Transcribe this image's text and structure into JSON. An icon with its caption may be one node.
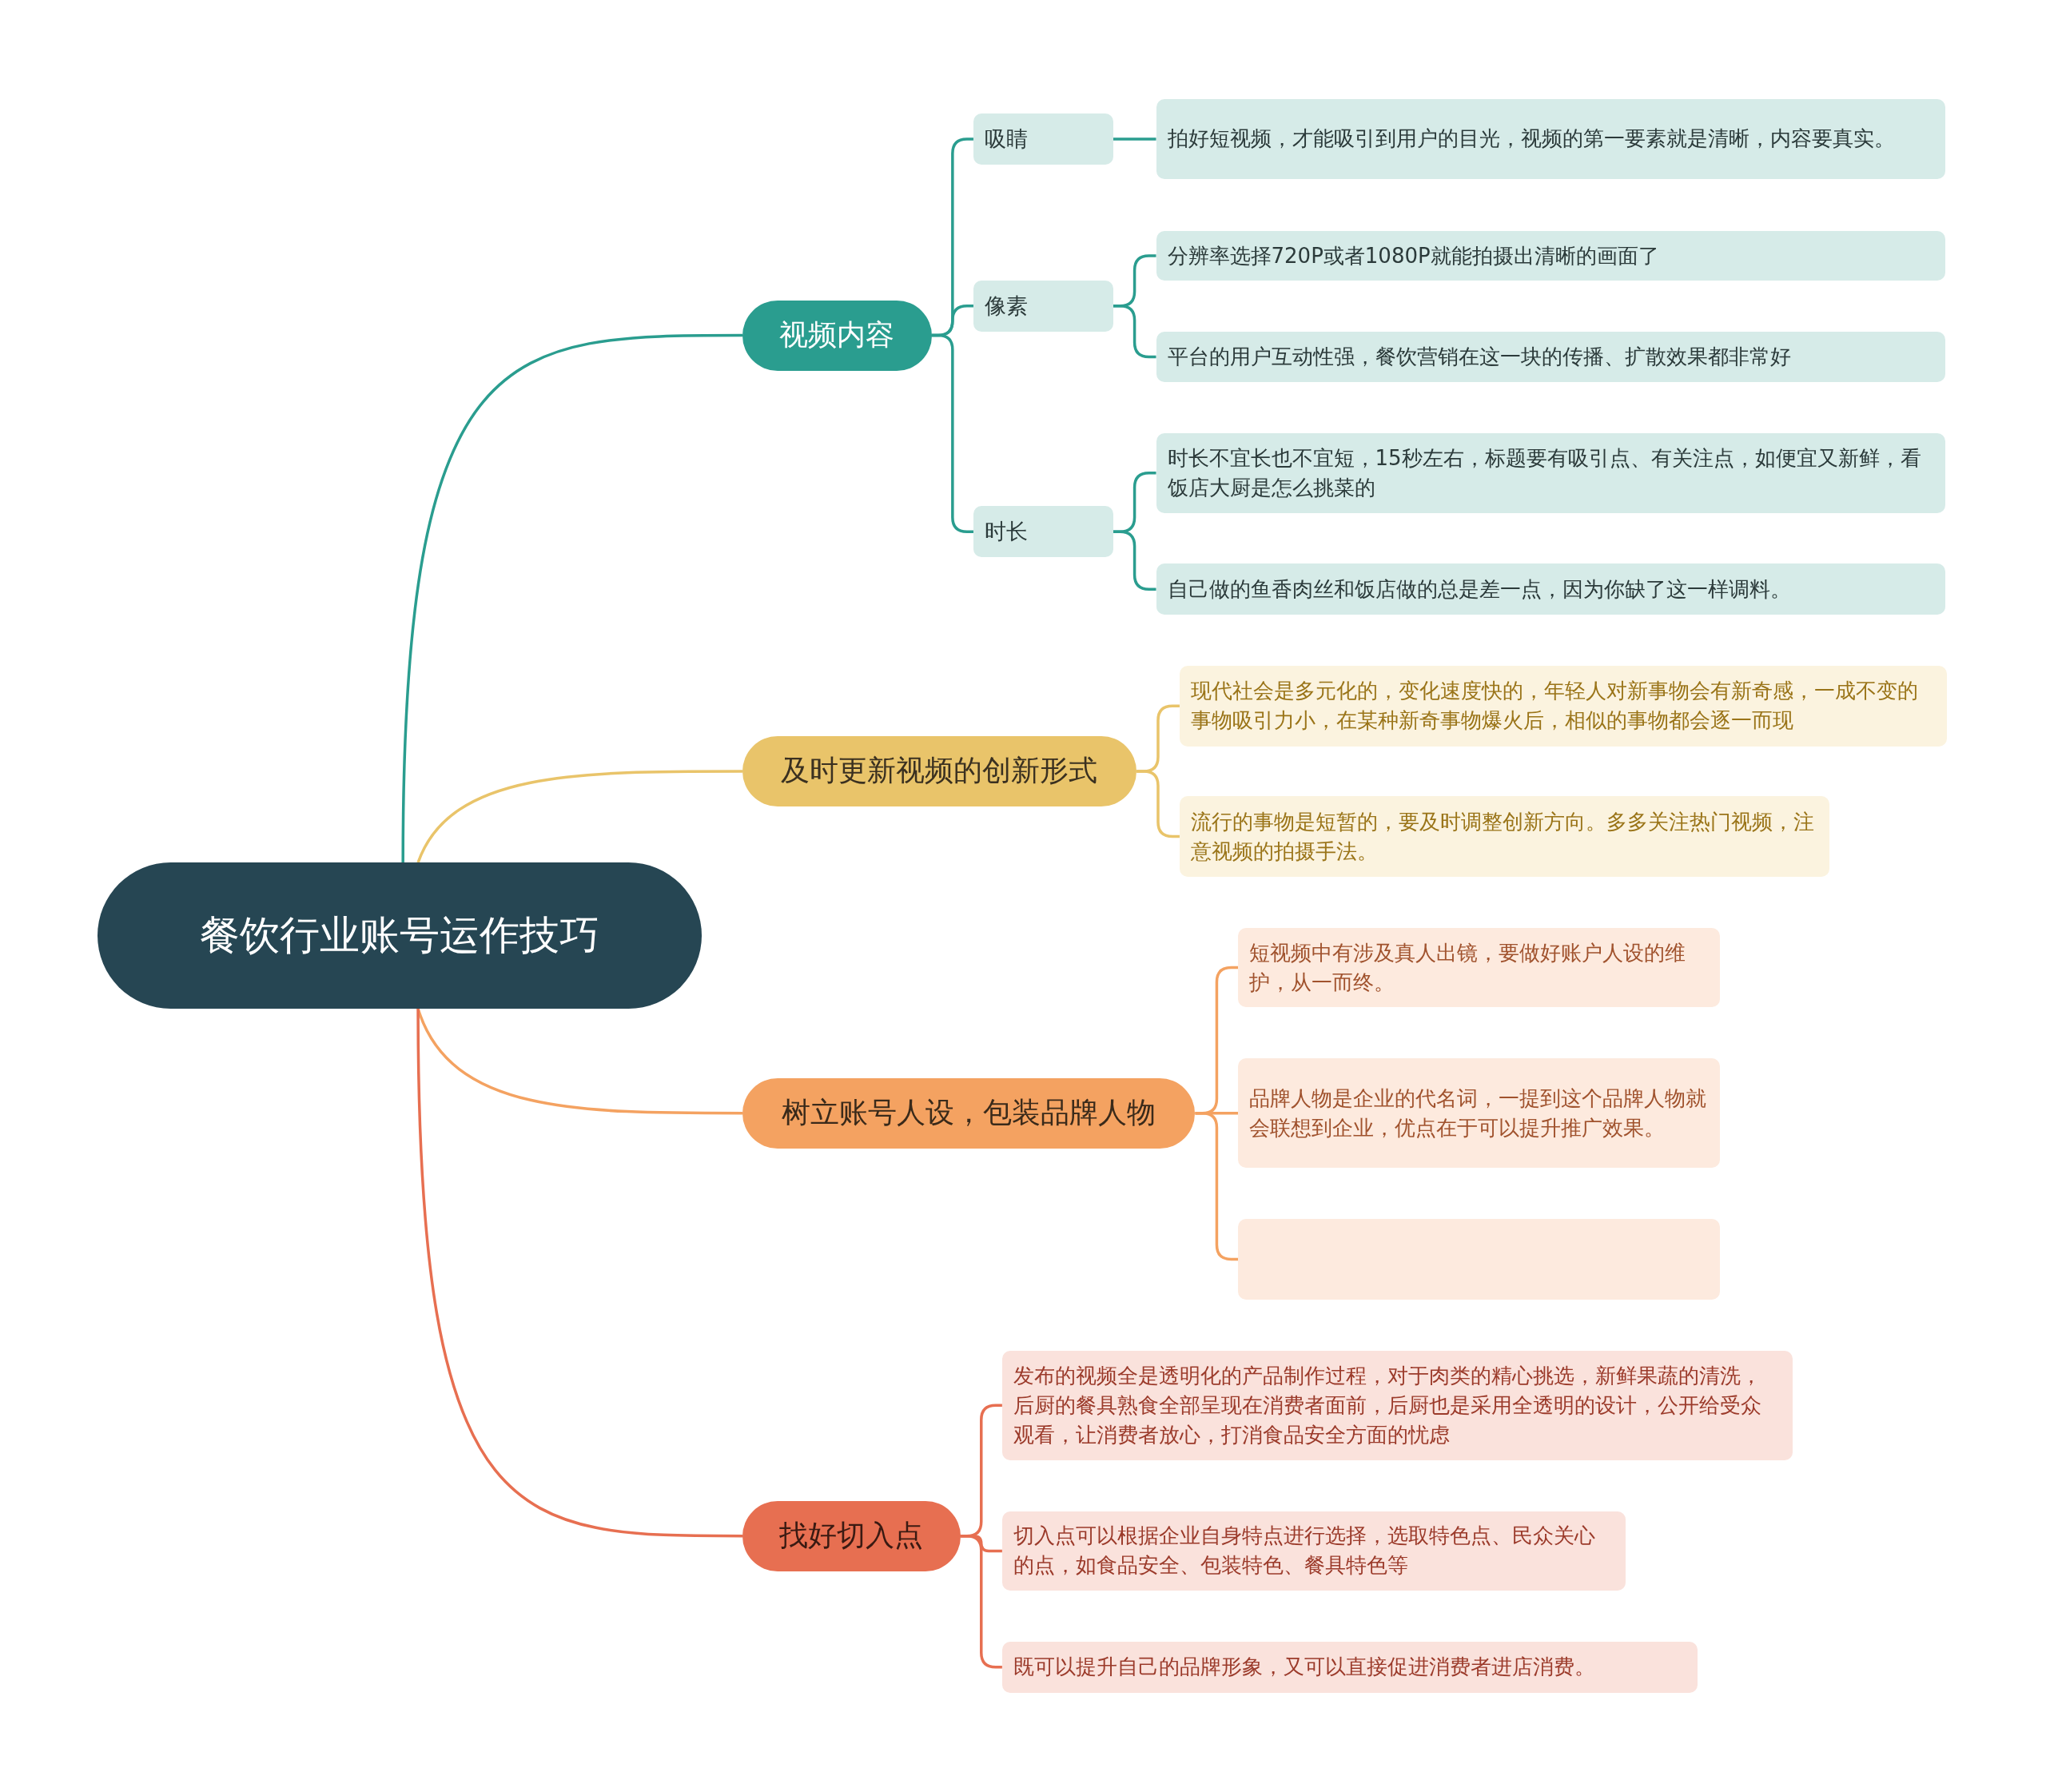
{
  "diagram": {
    "nodes": [
      {
        "text": [
          "餐饮行业账号运作技巧"
        ]
      },
      {
        "text": [
          "视频内容"
        ]
      },
      {
        "text": [
          "吸睛"
        ]
      },
      {
        "text": [
          "拍好短视频，才能吸引到用户的目光，视频的第一要素就是清晰，内容要真实。"
        ]
      },
      {
        "text": [
          "像素"
        ]
      },
      {
        "text": [
          "分辨率选择720P或者1080P就能拍摄出清晰的画面了"
        ]
      },
      {
        "text": [
          "平台的用户互动性强，餐饮营销在这一块的传播、扩散效果都非常好"
        ]
      },
      {
        "text": [
          "时长"
        ]
      },
      {
        "text": [
          "时长不宜长也不宜短，15秒左右，标题要有吸引点、有关注点，如便宜又新鲜，看饭店大厨是怎么挑菜的"
        ]
      },
      {
        "text": [
          "自己做的鱼香肉丝和饭店做的总是差一点，因为你缺了这一样调料。"
        ]
      },
      {
        "text": [
          "及时更新视频的创新形式"
        ]
      },
      {
        "text": [
          "现代社会是多元化的，变化速度快的，年轻人对新事物会有新奇感，一成不变的事物吸引力小，在某种新奇事物爆火后，相似的事物都会逐一而现"
        ]
      },
      {
        "text": [
          "流行的事物是短暂的，要及时调整创新方向。多多关注热门视频，注意视频的拍摄手法。"
        ]
      },
      {
        "text": [
          "树立账号人设，包装品牌人物"
        ]
      },
      {
        "text": [
          "短视频中有涉及真人出镜，要做好账户人设的维护，从一而终。"
        ]
      },
      {
        "text": [
          "品牌人物是企业的代名词，一提到这个品牌人物就会联想到企业，优点在于可以提升推广效果。"
        ]
      },
      {
        "text": [],
        "shape": "box"
      },
      {
        "text": [
          "找好切入点"
        ]
      },
      {
        "text": [
          "发布的视频全是透明化的产品制作过程，对于肉类的精心挑选，新鲜果蔬的清洗，后厨的餐具熟食全部呈现在消费者面前，后厨也是采用全透明的设计，公开给受众观看，让消费者放心，打消食品安全方面的忧虑"
        ]
      },
      {
        "text": [
          "切入点可以根据企业自身特点进行选择，选取特色点、民众关心的点，如食品安全、包装特色、餐具特色等"
        ]
      },
      {
        "text": [
          "既可以提升自己的品牌形象，又可以直接促进消费者进店消费。"
        ]
      }
    ],
    "edges": [
      {
        "from": 0,
        "to": 1,
        "arrow": "none",
        "color": "#2a9d8f"
      },
      {
        "from": 0,
        "to": 10,
        "arrow": "none",
        "color": "#e9c46a"
      },
      {
        "from": 0,
        "to": 13,
        "arrow": "none",
        "color": "#f4a261"
      },
      {
        "from": 0,
        "to": 17,
        "arrow": "none",
        "color": "#e76f51"
      },
      {
        "from": 1,
        "to": 2,
        "arrow": "none",
        "color": "#2a9d8f"
      },
      {
        "from": 1,
        "to": 4,
        "arrow": "none",
        "color": "#2a9d8f"
      },
      {
        "from": 1,
        "to": 7,
        "arrow": "none",
        "color": "#2a9d8f"
      },
      {
        "from": 2,
        "to": 3,
        "arrow": "none",
        "color": "#2a9d8f"
      },
      {
        "from": 4,
        "to": 5,
        "arrow": "none",
        "color": "#2a9d8f"
      },
      {
        "from": 4,
        "to": 6,
        "arrow": "none",
        "color": "#2a9d8f"
      },
      {
        "from": 7,
        "to": 8,
        "arrow": "none",
        "color": "#2a9d8f"
      },
      {
        "from": 7,
        "to": 9,
        "arrow": "none",
        "color": "#2a9d8f"
      },
      {
        "from": 10,
        "to": 11,
        "arrow": "none",
        "color": "#e9c46a"
      },
      {
        "from": 10,
        "to": 12,
        "arrow": "none",
        "color": "#e9c46a"
      },
      {
        "from": 13,
        "to": 14,
        "arrow": "none",
        "color": "#f4a261"
      },
      {
        "from": 13,
        "to": 15,
        "arrow": "none",
        "color": "#f4a261"
      },
      {
        "from": 13,
        "to": 16,
        "arrow": "none",
        "color": "#f4a261"
      },
      {
        "from": 17,
        "to": 18,
        "arrow": "none",
        "color": "#e76f51"
      },
      {
        "from": 17,
        "to": 19,
        "arrow": "none",
        "color": "#e76f51"
      },
      {
        "from": 17,
        "to": 20,
        "arrow": "none",
        "color": "#e76f51"
      }
    ]
  }
}
